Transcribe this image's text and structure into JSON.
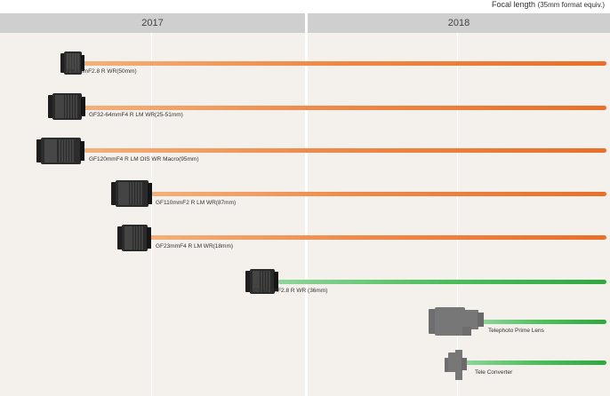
{
  "header": {
    "caption_main": "Focal length",
    "caption_sub": "(35mm format equiv.)",
    "years": [
      "2017",
      "2018"
    ]
  },
  "lenses": [
    {
      "label": "GF63mmF2.8 R WR(50mm)",
      "color": "orange",
      "status": "released"
    },
    {
      "label": "GF32-64mmF4 R LM WR(25-51mm)",
      "color": "orange",
      "status": "released"
    },
    {
      "label": "GF120mmF4 R LM OIS WR Macro(95mm)",
      "color": "orange",
      "status": "released"
    },
    {
      "label": "GF110mmF2 R LM WR(87mm)",
      "color": "orange",
      "status": "released"
    },
    {
      "label": "GF23mmF4 R LM WR(18mm)",
      "color": "orange",
      "status": "released"
    },
    {
      "label": "GF45mmF2.8 R WR (36mm)",
      "color": "green",
      "status": "planned"
    },
    {
      "label": "Telephoto Prime Lens",
      "color": "green",
      "status": "planned"
    },
    {
      "label": "Tele Converter",
      "color": "green",
      "status": "planned"
    }
  ],
  "colors": {
    "released_line": "#e8702a",
    "planned_line": "#2fa83e",
    "year_bar": "#cfcfcf",
    "plot_bg": "#f4f1ec"
  }
}
